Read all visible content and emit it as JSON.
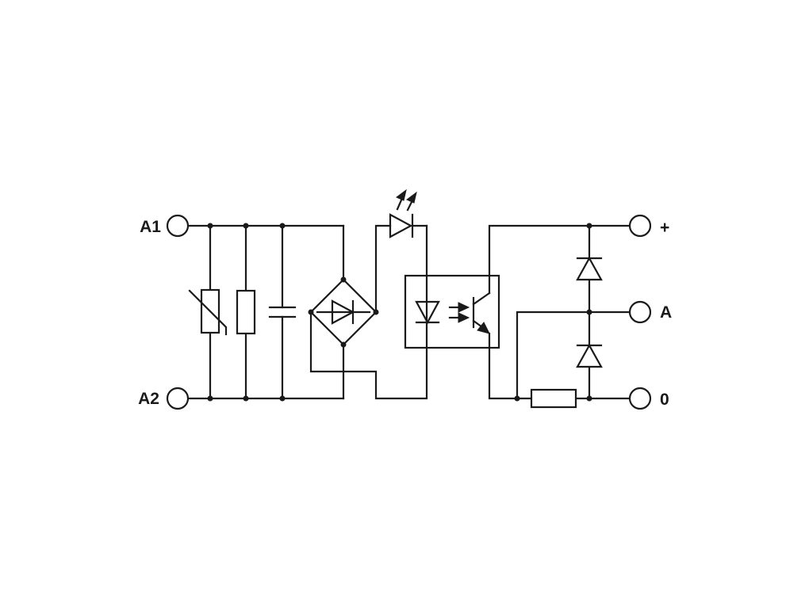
{
  "terminals": {
    "a1": "A1",
    "a2": "A2",
    "plus": "+",
    "a": "A",
    "zero": "0"
  }
}
